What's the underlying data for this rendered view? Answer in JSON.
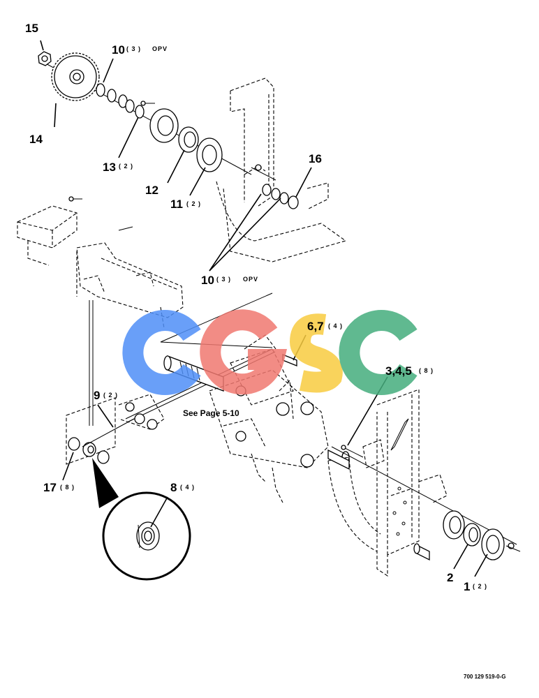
{
  "callouts": {
    "c15": {
      "num": "15",
      "qty": ""
    },
    "c10a": {
      "num": "10",
      "qty": "( 3 )",
      "suffix": "OPV"
    },
    "c14": {
      "num": "14",
      "qty": ""
    },
    "c13": {
      "num": "13",
      "qty": "( 2 )"
    },
    "c12": {
      "num": "12",
      "qty": ""
    },
    "c11": {
      "num": "11",
      "qty": "( 2 )"
    },
    "c16": {
      "num": "16",
      "qty": ""
    },
    "c10b": {
      "num": "10",
      "qty": "( 3 )",
      "suffix": "OPV"
    },
    "c67": {
      "num": "6,7",
      "qty": "( 4 )"
    },
    "c345": {
      "num": "3,4,5",
      "qty": "( 8 )"
    },
    "c9": {
      "num": "9",
      "qty": "( 2 )"
    },
    "c17": {
      "num": "17",
      "qty": "( 8 )"
    },
    "c8": {
      "num": "8",
      "qty": "( 4 )"
    },
    "c2": {
      "num": "2",
      "qty": ""
    },
    "c1": {
      "num": "1",
      "qty": "( 2 )"
    }
  },
  "note": "See Page 5-10",
  "drawing_number": "700 129 519-0-G",
  "watermark": {
    "letters": [
      "C",
      "G",
      "S",
      "C"
    ],
    "colors": [
      "#4f8ff7",
      "#f07870",
      "#f8cc40",
      "#45ad7d"
    ]
  }
}
